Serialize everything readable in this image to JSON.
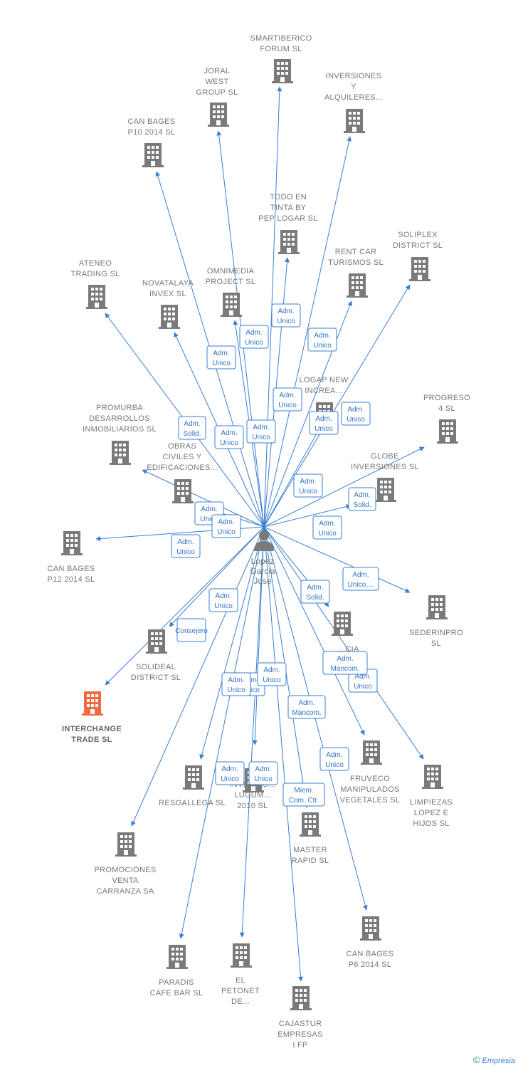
{
  "colors": {
    "edge": "#3a7fd5",
    "building": "#7a7a7a",
    "highlight": "#f26a3d",
    "person": "#7a7a7a"
  },
  "center": {
    "name_lines": [
      "Lopez",
      "Garcia",
      "Jose"
    ],
    "icon": "person-icon"
  },
  "companies": [
    {
      "id": "smartiberico",
      "lines": [
        "SMARTIBERICO",
        "FORUM SL"
      ],
      "role": "Adm. Unico"
    },
    {
      "id": "joral",
      "lines": [
        "JORAL",
        "WEST",
        "GROUP SL"
      ],
      "role": "Adm. Unico"
    },
    {
      "id": "inversiones-alq",
      "lines": [
        "INVERSIONES",
        "Y",
        "ALQUILERES..."
      ],
      "role": "Adm. Unico"
    },
    {
      "id": "canbages-p10",
      "lines": [
        "CAN BAGES",
        "P10 2014 SL"
      ],
      "role": "Adm. Unico"
    },
    {
      "id": "todo-en-tinta",
      "lines": [
        "TODO EN",
        "TINTA BY",
        "PEP LOGAR SL"
      ],
      "role": "Adm. Unico"
    },
    {
      "id": "soliplex",
      "lines": [
        "SOLIPLEX",
        "DISTRICT SL"
      ],
      "role": "Adm. Unico"
    },
    {
      "id": "rent-car",
      "lines": [
        "RENT CAR",
        "TURISMOS SL"
      ],
      "role": "Adm. Unico"
    },
    {
      "id": "ateneo",
      "lines": [
        "ATENEO",
        "TRADING SL"
      ],
      "role": "Adm. Solid."
    },
    {
      "id": "novatalaya",
      "lines": [
        "NOVATALAYA",
        "INVEX SL"
      ],
      "role": "Adm. Unico"
    },
    {
      "id": "omnimedia",
      "lines": [
        "OMNIMEDIA",
        "PROJECT SL"
      ],
      "role": "Adm. Unico"
    },
    {
      "id": "logap",
      "lines": [
        "LOGAP NEW",
        "INCREA..."
      ],
      "role": "Adm. Unico"
    },
    {
      "id": "progreso",
      "lines": [
        "PROGRESO",
        "4 SL"
      ],
      "role": "Adm. Solid."
    },
    {
      "id": "promurba",
      "lines": [
        "PROMURBA",
        "DESARROLLOS",
        "INMOBILIARIOS SL"
      ],
      "role": "Adm. Unico"
    },
    {
      "id": "obras",
      "lines": [
        "OBRAS",
        "CIVILES Y",
        "EDIFICACIONES..."
      ],
      "role": "Adm. Unico"
    },
    {
      "id": "globe",
      "lines": [
        "GLOBE",
        "INVERSIONES SL"
      ],
      "role": "Adm. Unico"
    },
    {
      "id": "canbages-p12",
      "lines": [
        "CAN BAGES",
        "P12 2014 SL"
      ],
      "role": "Adm. Unico"
    },
    {
      "id": "sederinpro",
      "lines": [
        "SEDERINPRO",
        "SL"
      ],
      "role": "Adm. Unico,..."
    },
    {
      "id": "solideal",
      "lines": [
        "SOLIDEAL",
        "DISTRICT SL"
      ],
      "role": "Adm. Unico"
    },
    {
      "id": "interchange",
      "lines": [
        "INTERCHANGE",
        "TRADE SL"
      ],
      "role": "Consejero",
      "highlight": true
    },
    {
      "id": "agencia",
      "lines": [
        "...CIA",
        "...OS"
      ],
      "role": "Adm. Solid."
    },
    {
      "id": "fruveco",
      "lines": [
        "FRUVECO",
        "MANIPULADOS",
        "VEGETALES SL"
      ],
      "role": "Adm. Unico"
    },
    {
      "id": "limpiezas",
      "lines": [
        "LIMPIEZAS",
        "LOPEZ E",
        "HIJOS SL"
      ],
      "role": "Adm. Unico"
    },
    {
      "id": "resgallega",
      "lines": [
        "RESGALLEGA SL"
      ],
      "role": "Adm. Unico"
    },
    {
      "id": "inversiones-lugum",
      "lines": [
        "INVERSIO...",
        "LUGUM...",
        "2010 SL"
      ],
      "role": "Adm. Unico"
    },
    {
      "id": "master-rapid",
      "lines": [
        "MASTER",
        "RAPID SL"
      ],
      "role": "Adm. Mancom."
    },
    {
      "id": "promociones",
      "lines": [
        "PROMOCIONES",
        "VENTA",
        "CARRANZA SA"
      ],
      "role": "Adm. Unico"
    },
    {
      "id": "canbages-p6",
      "lines": [
        "CAN BAGES",
        "P6 2014 SL"
      ],
      "role": "Adm. Unico"
    },
    {
      "id": "paradis",
      "lines": [
        "PARADIS",
        "CAFE BAR SL"
      ],
      "role": "Adm. Unico"
    },
    {
      "id": "el-petonet",
      "lines": [
        "EL",
        "PETONET",
        "DE..."
      ],
      "role": "Adm. Unico"
    },
    {
      "id": "cajastur",
      "lines": [
        "CAJASTUR",
        "EMPRESAS",
        "I FP"
      ],
      "role": "Miem. Com. Ctr."
    }
  ],
  "extra_roles": [
    {
      "id": "agencia-mancom",
      "role": "Adm. Mancom."
    }
  ],
  "footer": {
    "copyright": "©",
    "brand": "Empresia"
  }
}
